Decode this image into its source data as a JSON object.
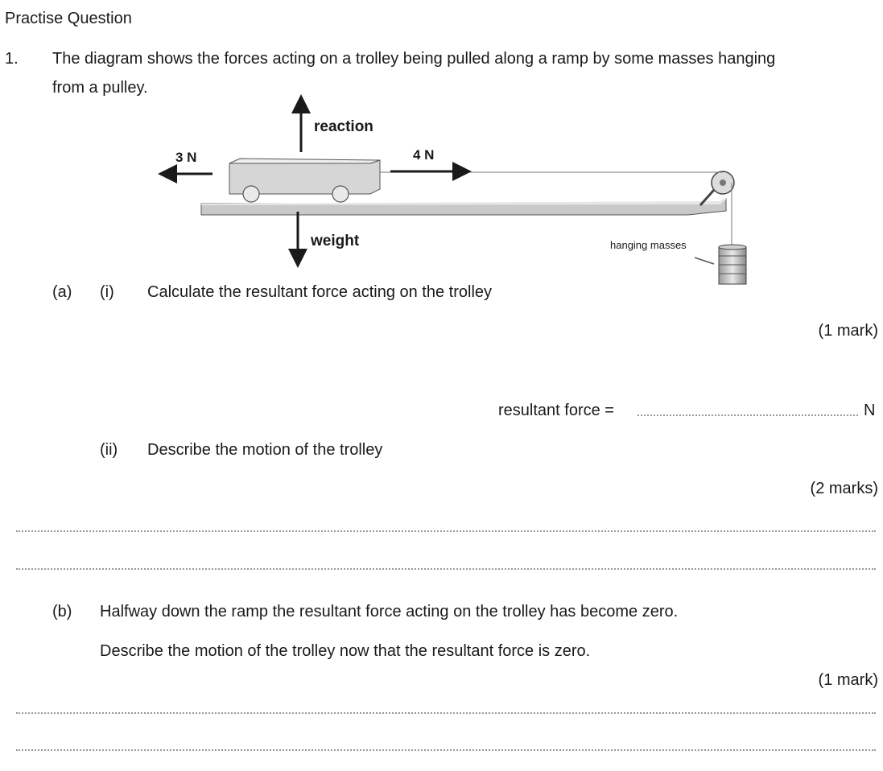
{
  "header": {
    "title": "Practise Question"
  },
  "question": {
    "number": "1.",
    "stem_line1": "The diagram shows the forces acting on a trolley being pulled along a ramp by some masses hanging",
    "stem_line2": "from a pulley."
  },
  "diagram": {
    "labels": {
      "reaction": "reaction",
      "left_force": "3 N",
      "right_force": "4 N",
      "weight": "weight",
      "hanging_masses": "hanging masses"
    }
  },
  "part_a": {
    "label": "(a)",
    "sub_i": {
      "label": "(i)",
      "text": "Calculate the resultant force acting on the trolley",
      "marks": "(1 mark)",
      "answer_prefix": "resultant force =",
      "answer_unit": "N"
    },
    "sub_ii": {
      "label": "(ii)",
      "text": "Describe the motion of the trolley",
      "marks": "(2 marks)"
    }
  },
  "part_b": {
    "label": "(b)",
    "line1": "Halfway down the ramp the resultant force acting on the trolley has become zero.",
    "line2": "Describe the motion of the trolley now that the resultant force is zero.",
    "marks": "(1 mark)"
  }
}
